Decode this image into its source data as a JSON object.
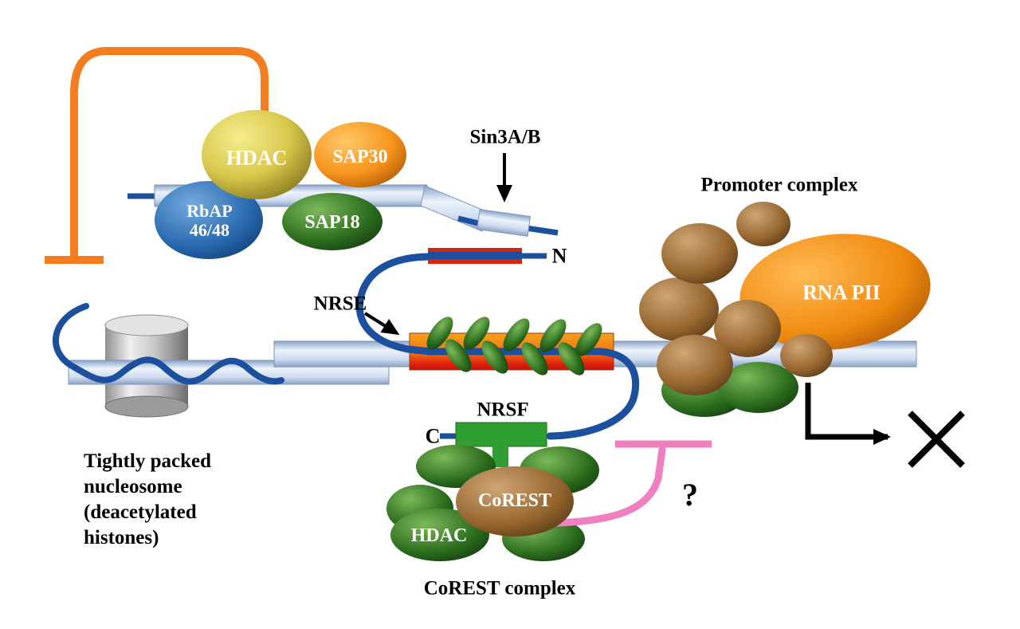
{
  "labels": {
    "sin3_hdac": "HDAC",
    "sap30": "SAP30",
    "sap18": "SAP18",
    "rbap": "RbAP\n46/48",
    "sin3ab": "Sin3A/B",
    "n_terminus": "N",
    "c_terminus": "C",
    "nrse": "NRSE",
    "nrsf": "NRSF",
    "corest": "CoREST",
    "corest_hdac": "HDAC",
    "corest_complex": "CoREST complex",
    "promoter_complex": "Promoter complex",
    "rna_pii": "RNA PII",
    "question": "?",
    "nucleosome_caption": "Tightly packed\nnucleosome\n(deacetylated\nhistones)"
  },
  "colors": {
    "dna_bar": "#b9cce6",
    "protein_line": "#1c4f9e",
    "inhibitor_orange": "#f57c1f",
    "inhibitor_pink": "#f07fc0",
    "nrse_box": "#f07010",
    "nrsf_box": "#2f9e33",
    "hdac_sphere": "#d8c84c",
    "sap30_sphere": "#f7941d",
    "sap18_sphere": "#2d6e1f",
    "rbap_sphere": "#2a6ab0",
    "corest_sphere": "#96662f",
    "rna_pii_sphere": "#f08a10",
    "arrow_black": "#000000"
  }
}
